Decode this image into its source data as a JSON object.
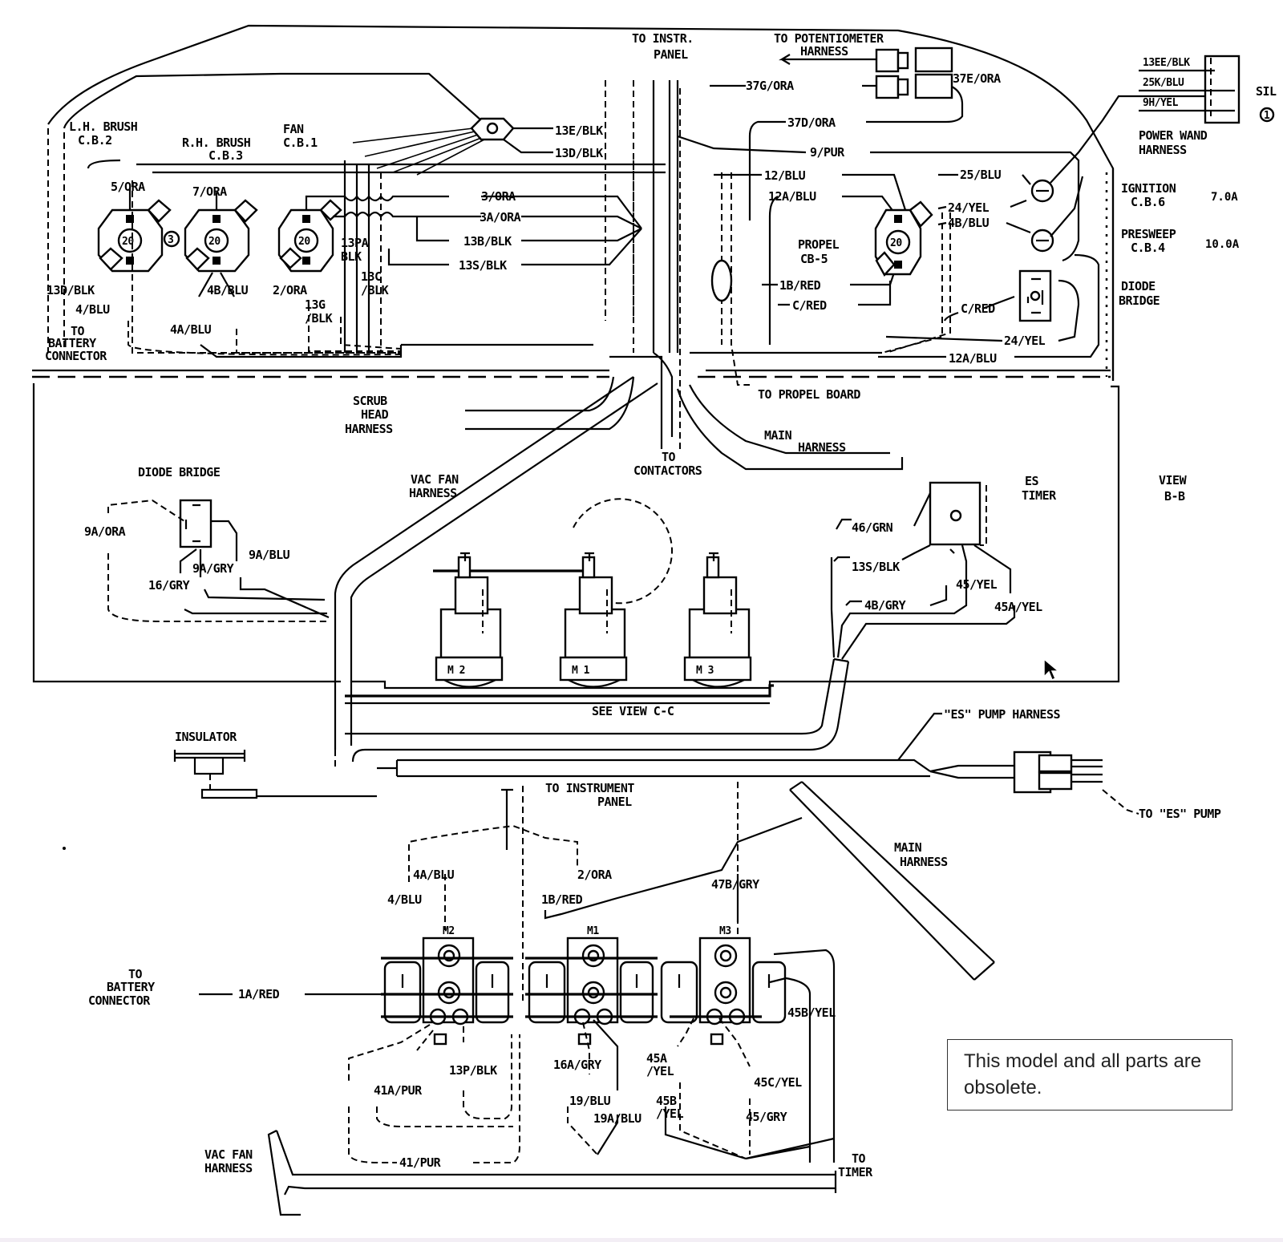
{
  "notice": {
    "text": "This model and all parts are obsolete."
  },
  "top_panel": {
    "circuit_breakers": [
      {
        "id": "lh-brush",
        "name": "L.H. BRUSH",
        "ref": "C.B.2",
        "rating": "20",
        "wire": "5/ORA"
      },
      {
        "id": "rh-brush",
        "name": "R.H. BRUSH",
        "ref": "C.B.3",
        "rating": "20",
        "wire": "7/ORA"
      },
      {
        "id": "fan",
        "name": "FAN",
        "ref": "C.B.1",
        "rating": "20",
        "wire": ""
      },
      {
        "id": "propel",
        "name": "PROPEL",
        "ref": "CB-5",
        "rating": "20",
        "wire": ""
      }
    ],
    "side_breakers": [
      {
        "name": "IGNITION",
        "ref": "C.B.6",
        "rating": "7.0A"
      },
      {
        "name": "PRESWEEP",
        "ref": "C.B.4",
        "rating": "10.0A"
      }
    ],
    "diode_bridge_label": "DIODE BRIDGE",
    "to_instr_panel": "TO INSTR. PANEL",
    "to_potentiometer": "TO POTENTIOMETER HARNESS",
    "power_wand": {
      "label": "POWER WAND HARNESS",
      "wires": [
        "13EE/BLK",
        "25K/BLU",
        "9H/YEL"
      ],
      "side_text": "SIL",
      "circle_mark": "1"
    },
    "to_battery": "TO BATTERY CONNECTOR",
    "to_propel_board": "TO PROPEL BOARD",
    "circle_mark_3": "3",
    "wire_labels": {
      "w_13e": "13E/BLK",
      "w_13d": "13D/BLK",
      "w_3ora": "3/ORA",
      "w_3aora": "3A/ORA",
      "w_13b": "13B/BLK",
      "w_13s": "13S/BLK",
      "w_13pa": "13PA BLK",
      "w_13c": "13C /BLK",
      "w_13g": "13G /BLK",
      "w_13db": "13D/BLK",
      "w_2ora": "2/ORA",
      "w_4blu": "4/BLU",
      "w_4bblu": "4B/BLU",
      "w_4ablu": "4A/BLU",
      "w_37g": "37G/ORA",
      "w_37e": "37E/ORA",
      "w_37d": "37D/ORA",
      "w_9pur": "9/PUR",
      "w_12blu": "12/BLU",
      "w_12ablu": "12A/BLU",
      "w_25blu": "25/BLU",
      "w_24yel": "24/YEL",
      "w_4bblu2": "4B/BLU",
      "w_1bred": "1B/RED",
      "w_cred": "C/RED",
      "w_cred2": "C/RED",
      "w_24yel2": "24/YEL",
      "w_12ablu2": "12A/BLU"
    }
  },
  "view_bb": {
    "label": "VIEW B-B",
    "scrub_head": "SCRUB HEAD HARNESS",
    "main_harness": "MAIN HARNESS",
    "vac_fan": "VAC FAN HARNESS",
    "contactors_label": "TO CONTACTORS",
    "diode_bridge": "DIODE BRIDGE",
    "diode_wires": [
      "9A/ORA",
      "9A/BLU",
      "9A/GRY",
      "16/GRY"
    ],
    "es_timer": "ES TIMER",
    "timer_wires": [
      "46/GRN",
      "13S/BLK",
      "45/YEL",
      "4B/GRY",
      "45A/YEL"
    ],
    "contactors": [
      "M 2",
      "M 1",
      "M 3"
    ],
    "see_view": "SEE VIEW C-C"
  },
  "harness": {
    "insulator": "INSULATOR",
    "es_pump_harness": "\"ES\" PUMP HARNESS",
    "to_instrument_panel": "TO INSTRUMENT PANEL",
    "to_es_pump": "TO \"ES\" PUMP",
    "main_harness": "MAIN HARNESS"
  },
  "view_cc": {
    "to_battery": "TO BATTERY CONNECTOR",
    "battery_wire": "1A/RED",
    "contactor_tags": [
      "M2",
      "M1",
      "M3"
    ],
    "wires": {
      "w_4ablu": "4A/BLU",
      "w_4blu": "4/BLU",
      "w_2ora": "2/ORA",
      "w_1bred": "1B/RED",
      "w_47b": "47B/GRY",
      "w_45b": "45B/YEL",
      "w_13p": "13P/BLK",
      "w_16a": "16A/GRY",
      "w_4a1": "41A/PUR",
      "w_19blu": "19/BLU",
      "w_19ablu": "19A/BLU",
      "w_45a": "45A /YEL",
      "w_45c": "45C/YEL",
      "w_45byel": "45B /YEL",
      "w_45gry": "45/GRY",
      "w_41pur": "41/PUR"
    },
    "vac_fan": "VAC FAN HARNESS",
    "to_timer": "TO TIMER"
  }
}
